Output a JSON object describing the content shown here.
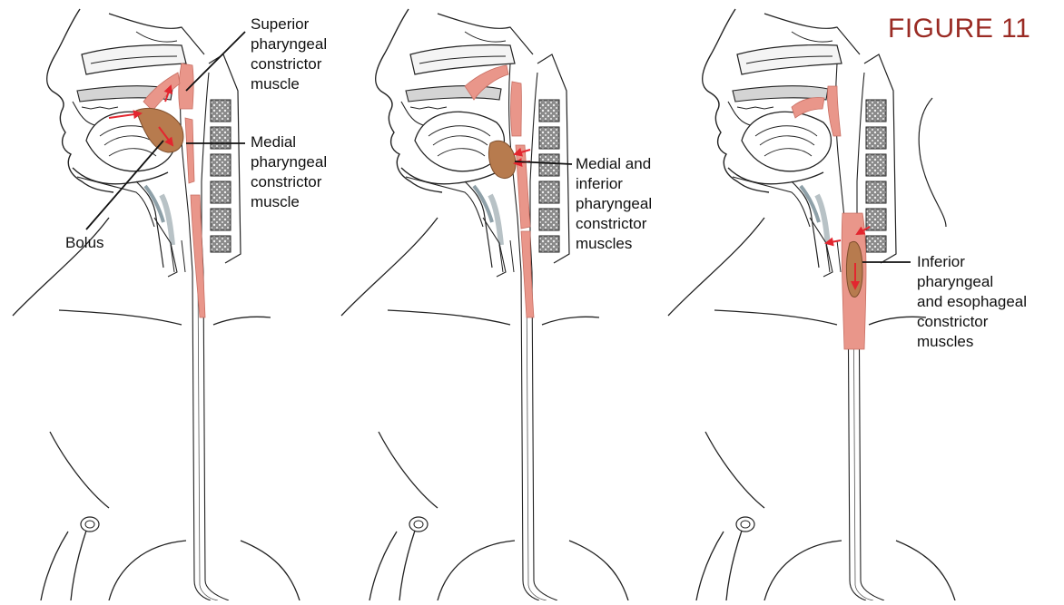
{
  "figure": {
    "title": "FIGURE 11"
  },
  "colors": {
    "title": "#9a2b24",
    "muscle": "#e9968a",
    "muscle_edge": "#c86e62",
    "bolus": "#b77b4e",
    "arrow": "#e3262f",
    "line": "#222222",
    "bone_dark": "#3a3a3a",
    "bone_fill": "#d4d4d4",
    "cartilage": "#b8c2c6"
  },
  "panels": [
    {
      "id": "panel-1",
      "labels": {
        "superior": [
          "Superior",
          "pharyngeal",
          "constrictor",
          "muscle"
        ],
        "medial": [
          "Medial",
          "pharyngeal",
          "constrictor",
          "muscle"
        ],
        "bolus": [
          "Bolus"
        ]
      }
    },
    {
      "id": "panel-2",
      "labels": {
        "medial_inferior": [
          "Medial and",
          "inferior",
          "pharyngeal",
          "constrictor",
          "muscles"
        ]
      }
    },
    {
      "id": "panel-3",
      "labels": {
        "inferior_esophageal": [
          "Inferior",
          "pharyngeal",
          "and esophageal",
          "constrictor",
          "muscles"
        ]
      }
    }
  ]
}
